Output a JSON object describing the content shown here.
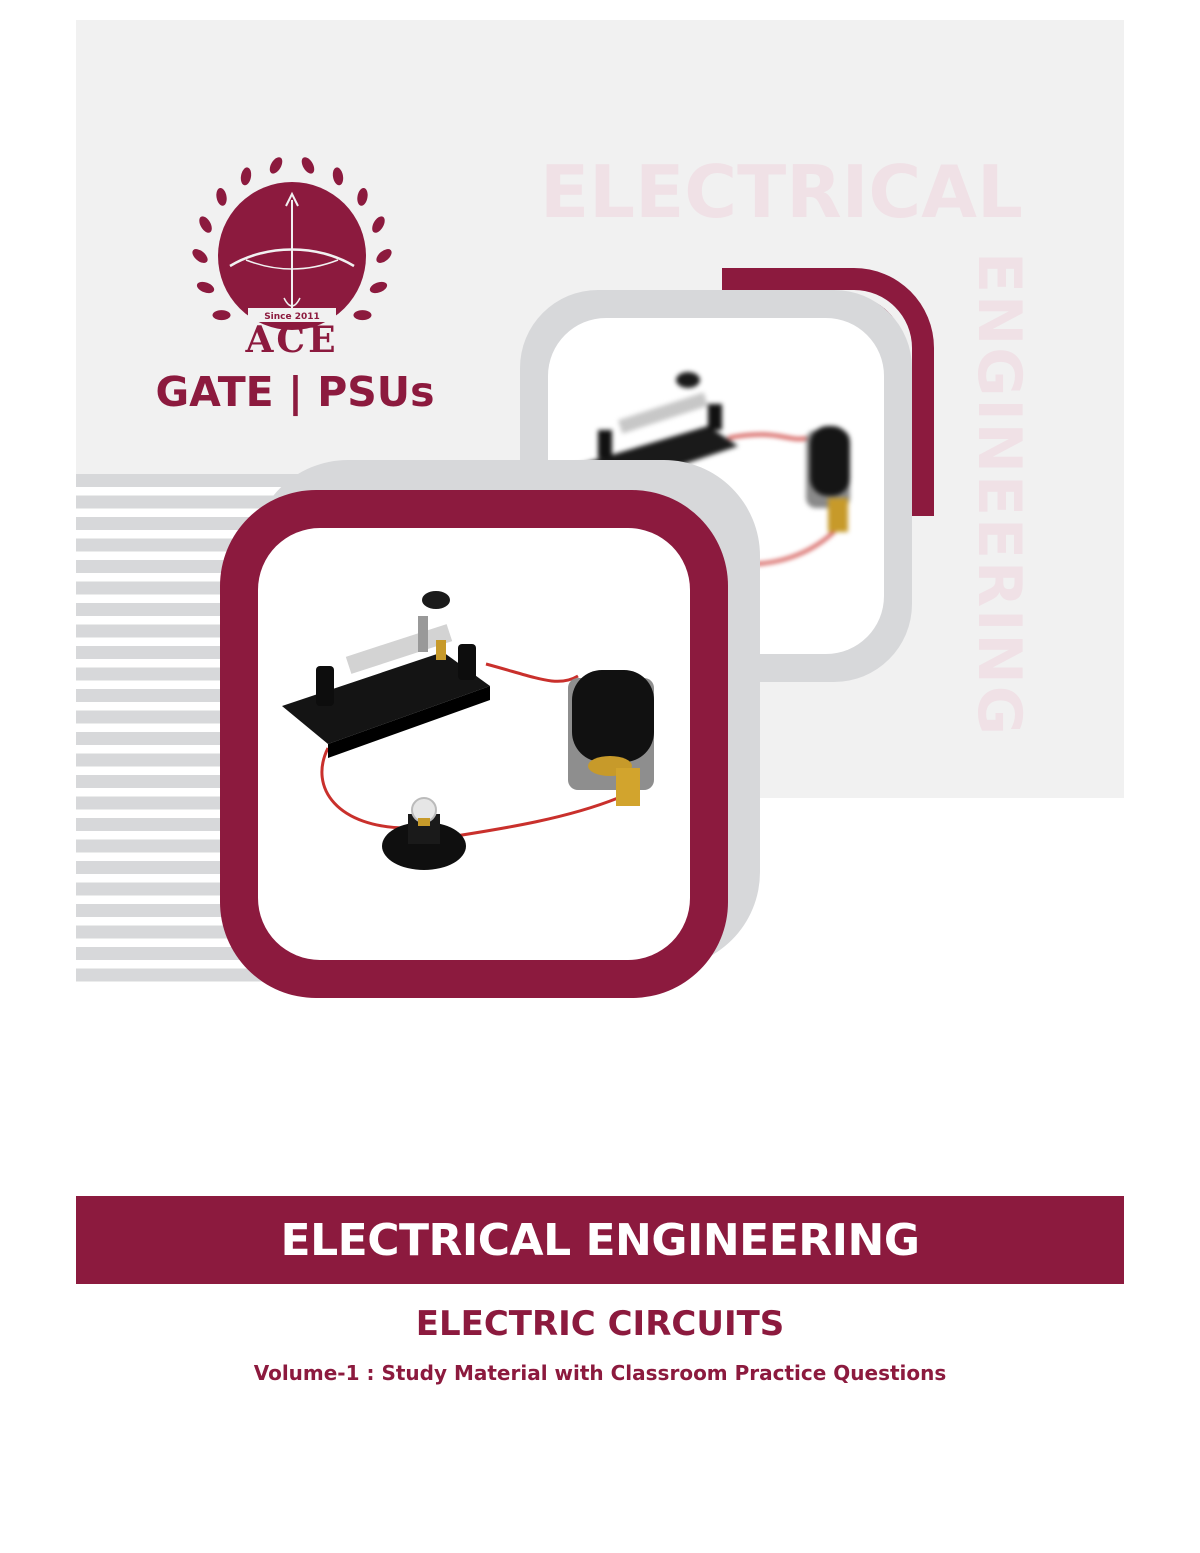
{
  "brand": {
    "logo_since": "Since 2011",
    "logo_name": "ACE",
    "tagline": "GATE | PSUs"
  },
  "watermark": {
    "horizontal": "ELECTRICAL",
    "vertical": "ENGINEERING"
  },
  "title_band": {
    "text": "ELECTRICAL ENGINEERING"
  },
  "subject": "ELECTRIC CIRCUITS",
  "volume": "Volume-1 : Study Material with Classroom Practice Questions",
  "colors": {
    "brand": "#8c1a3e",
    "gray_panel": "#f1f1f1",
    "gray_frame": "#d7d8da",
    "watermark": "#f0e1e6"
  }
}
